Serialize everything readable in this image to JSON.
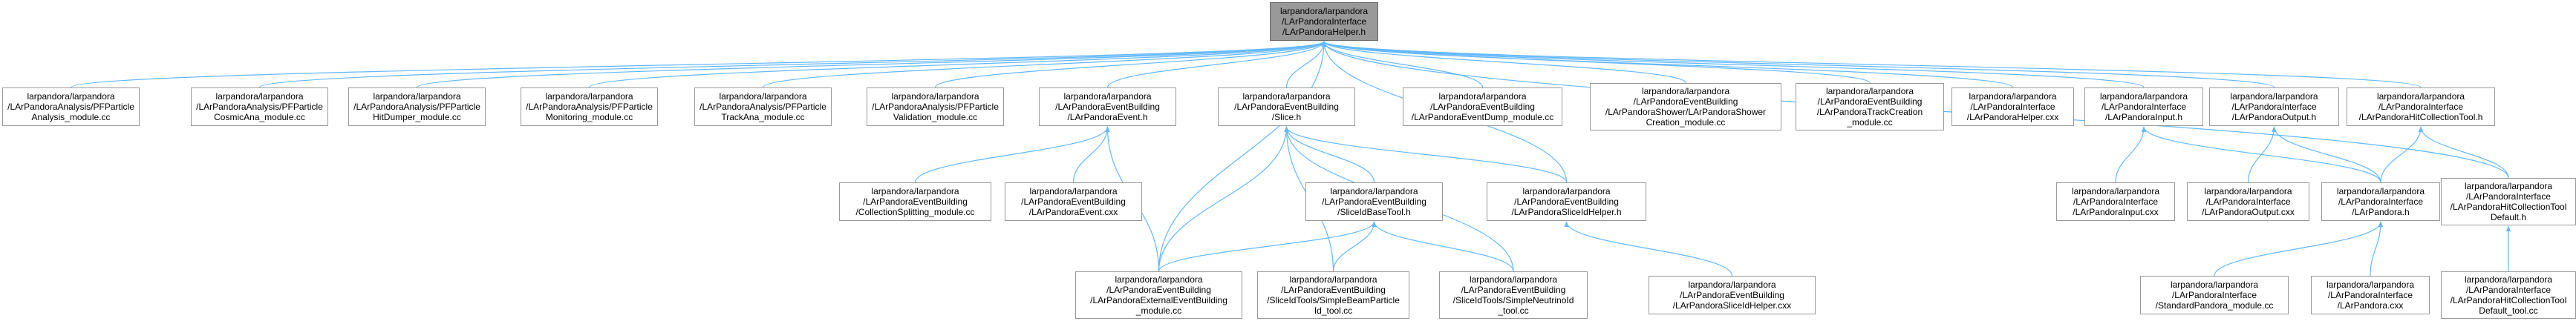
{
  "diagram": {
    "title": "",
    "edge_color": "#63b8ff",
    "root_fill": "#999999",
    "node_border": "#999999",
    "nodes": {
      "root": {
        "lines": [
          "larpandora/larpandora",
          "/LArPandoraInterface",
          "/LArPandoraHelper.h"
        ]
      },
      "pfp_analysis": {
        "lines": [
          "larpandora/larpandora",
          "/LArPandoraAnalysis/PFParticle",
          "Analysis_module.cc"
        ]
      },
      "cosmic_ana": {
        "lines": [
          "larpandora/larpandora",
          "/LArPandoraAnalysis/PFParticle",
          "CosmicAna_module.cc"
        ]
      },
      "hit_dumper": {
        "lines": [
          "larpandora/larpandora",
          "/LArPandoraAnalysis/PFParticle",
          "HitDumper_module.cc"
        ]
      },
      "monitoring": {
        "lines": [
          "larpandora/larpandora",
          "/LArPandoraAnalysis/PFParticle",
          "Monitoring_module.cc"
        ]
      },
      "track_ana": {
        "lines": [
          "larpandora/larpandora",
          "/LArPandoraAnalysis/PFParticle",
          "TrackAna_module.cc"
        ]
      },
      "validation": {
        "lines": [
          "larpandora/larpandora",
          "/LArPandoraAnalysis/PFParticle",
          "Validation_module.cc"
        ]
      },
      "event_h": {
        "lines": [
          "larpandora/larpandora",
          "/LArPandoraEventBuilding",
          "/LArPandoraEvent.h"
        ]
      },
      "slice_h": {
        "lines": [
          "larpandora/larpandora",
          "/LArPandoraEventBuilding",
          "/Slice.h"
        ]
      },
      "event_dump": {
        "lines": [
          "larpandora/larpandora",
          "/LArPandoraEventBuilding",
          "/LArPandoraEventDump_module.cc"
        ]
      },
      "shower_creation": {
        "lines": [
          "larpandora/larpandora",
          "/LArPandoraEventBuilding",
          "/LArPandoraShower/LArPandoraShower",
          "Creation_module.cc"
        ]
      },
      "track_creation": {
        "lines": [
          "larpandora/larpandora",
          "/LArPandoraEventBuilding",
          "/LArPandoraTrackCreation",
          "_module.cc"
        ]
      },
      "helper_cxx": {
        "lines": [
          "larpandora/larpandora",
          "/LArPandoraInterface",
          "/LArPandoraHelper.cxx"
        ]
      },
      "input_h": {
        "lines": [
          "larpandora/larpandora",
          "/LArPandoraInterface",
          "/LArPandoraInput.h"
        ]
      },
      "output_h": {
        "lines": [
          "larpandora/larpandora",
          "/LArPandoraInterface",
          "/LArPandoraOutput.h"
        ]
      },
      "hit_tool_h": {
        "lines": [
          "larpandora/larpandora",
          "/LArPandoraInterface",
          "/LArPandoraHitCollectionTool.h"
        ]
      },
      "collection_splitting": {
        "lines": [
          "larpandora/larpandora",
          "/LArPandoraEventBuilding",
          "/CollectionSplitting_module.cc"
        ]
      },
      "event_cxx": {
        "lines": [
          "larpandora/larpandora",
          "/LArPandoraEventBuilding",
          "/LArPandoraEvent.cxx"
        ]
      },
      "sliceid_base": {
        "lines": [
          "larpandora/larpandora",
          "/LArPandoraEventBuilding",
          "/SliceIdBaseTool.h"
        ]
      },
      "sliceid_helper_h": {
        "lines": [
          "larpandora/larpandora",
          "/LArPandoraEventBuilding",
          "/LArPandoraSliceIdHelper.h"
        ]
      },
      "input_cxx": {
        "lines": [
          "larpandora/larpandora",
          "/LArPandoraInterface",
          "/LArPandoraInput.cxx"
        ]
      },
      "output_cxx": {
        "lines": [
          "larpandora/larpandora",
          "/LArPandoraInterface",
          "/LArPandoraOutput.cxx"
        ]
      },
      "pandora_h": {
        "lines": [
          "larpandora/larpandora",
          "/LArPandoraInterface",
          "/LArPandora.h"
        ]
      },
      "hit_tool_default": {
        "lines": [
          "larpandora/larpandora",
          "/LArPandoraInterface",
          "/LArPandoraHitCollectionTool",
          "Default.h"
        ]
      },
      "external_event": {
        "lines": [
          "larpandora/larpandora",
          "/LArPandoraEventBuilding",
          "/LArPandoraExternalEventBuilding",
          "_module.cc"
        ]
      },
      "simple_beam": {
        "lines": [
          "larpandora/larpandora",
          "/LArPandoraEventBuilding",
          "/SliceIdTools/SimpleBeamParticle",
          "Id_tool.cc"
        ]
      },
      "simple_neutrino": {
        "lines": [
          "larpandora/larpandora",
          "/LArPandoraEventBuilding",
          "/SliceIdTools/SimpleNeutrinoId",
          "_tool.cc"
        ]
      },
      "sliceid_helper_cxx": {
        "lines": [
          "larpandora/larpandora",
          "/LArPandoraEventBuilding",
          "/LArPandoraSliceIdHelper.cxx"
        ]
      },
      "standard_pandora": {
        "lines": [
          "larpandora/larpandora",
          "/LArPandoraInterface",
          "/StandardPandora_module.cc"
        ]
      },
      "pandora_cxx": {
        "lines": [
          "larpandora/larpandora",
          "/LArPandoraInterface",
          "/LArPandora.cxx"
        ]
      },
      "hit_tool_default_cc": {
        "lines": [
          "larpandora/larpandora",
          "/LArPandoraInterface",
          "/LArPandoraHitCollectionTool",
          "Default_tool.cc"
        ]
      }
    },
    "edges": [
      [
        "pfp_analysis",
        "root"
      ],
      [
        "cosmic_ana",
        "root"
      ],
      [
        "hit_dumper",
        "root"
      ],
      [
        "monitoring",
        "root"
      ],
      [
        "track_ana",
        "root"
      ],
      [
        "validation",
        "root"
      ],
      [
        "event_h",
        "root"
      ],
      [
        "slice_h",
        "root"
      ],
      [
        "event_dump",
        "root"
      ],
      [
        "shower_creation",
        "root"
      ],
      [
        "track_creation",
        "root"
      ],
      [
        "helper_cxx",
        "root"
      ],
      [
        "input_h",
        "root"
      ],
      [
        "output_h",
        "root"
      ],
      [
        "hit_tool_h",
        "root"
      ],
      [
        "sliceid_helper_h",
        "root"
      ],
      [
        "external_event",
        "root"
      ],
      [
        "hit_tool_default",
        "root"
      ],
      [
        "collection_splitting",
        "event_h"
      ],
      [
        "event_cxx",
        "event_h"
      ],
      [
        "external_event",
        "event_h"
      ],
      [
        "sliceid_base",
        "slice_h"
      ],
      [
        "sliceid_helper_h",
        "slice_h"
      ],
      [
        "external_event",
        "slice_h"
      ],
      [
        "simple_beam",
        "slice_h"
      ],
      [
        "simple_neutrino",
        "slice_h"
      ],
      [
        "external_event",
        "sliceid_base"
      ],
      [
        "simple_beam",
        "sliceid_base"
      ],
      [
        "simple_neutrino",
        "sliceid_base"
      ],
      [
        "sliceid_helper_cxx",
        "sliceid_helper_h"
      ],
      [
        "input_cxx",
        "input_h"
      ],
      [
        "pandora_h",
        "input_h"
      ],
      [
        "output_cxx",
        "output_h"
      ],
      [
        "pandora_h",
        "output_h"
      ],
      [
        "pandora_h",
        "hit_tool_h"
      ],
      [
        "hit_tool_default",
        "hit_tool_h"
      ],
      [
        "standard_pandora",
        "pandora_h"
      ],
      [
        "pandora_cxx",
        "pandora_h"
      ],
      [
        "hit_tool_default_cc",
        "hit_tool_default"
      ]
    ]
  }
}
